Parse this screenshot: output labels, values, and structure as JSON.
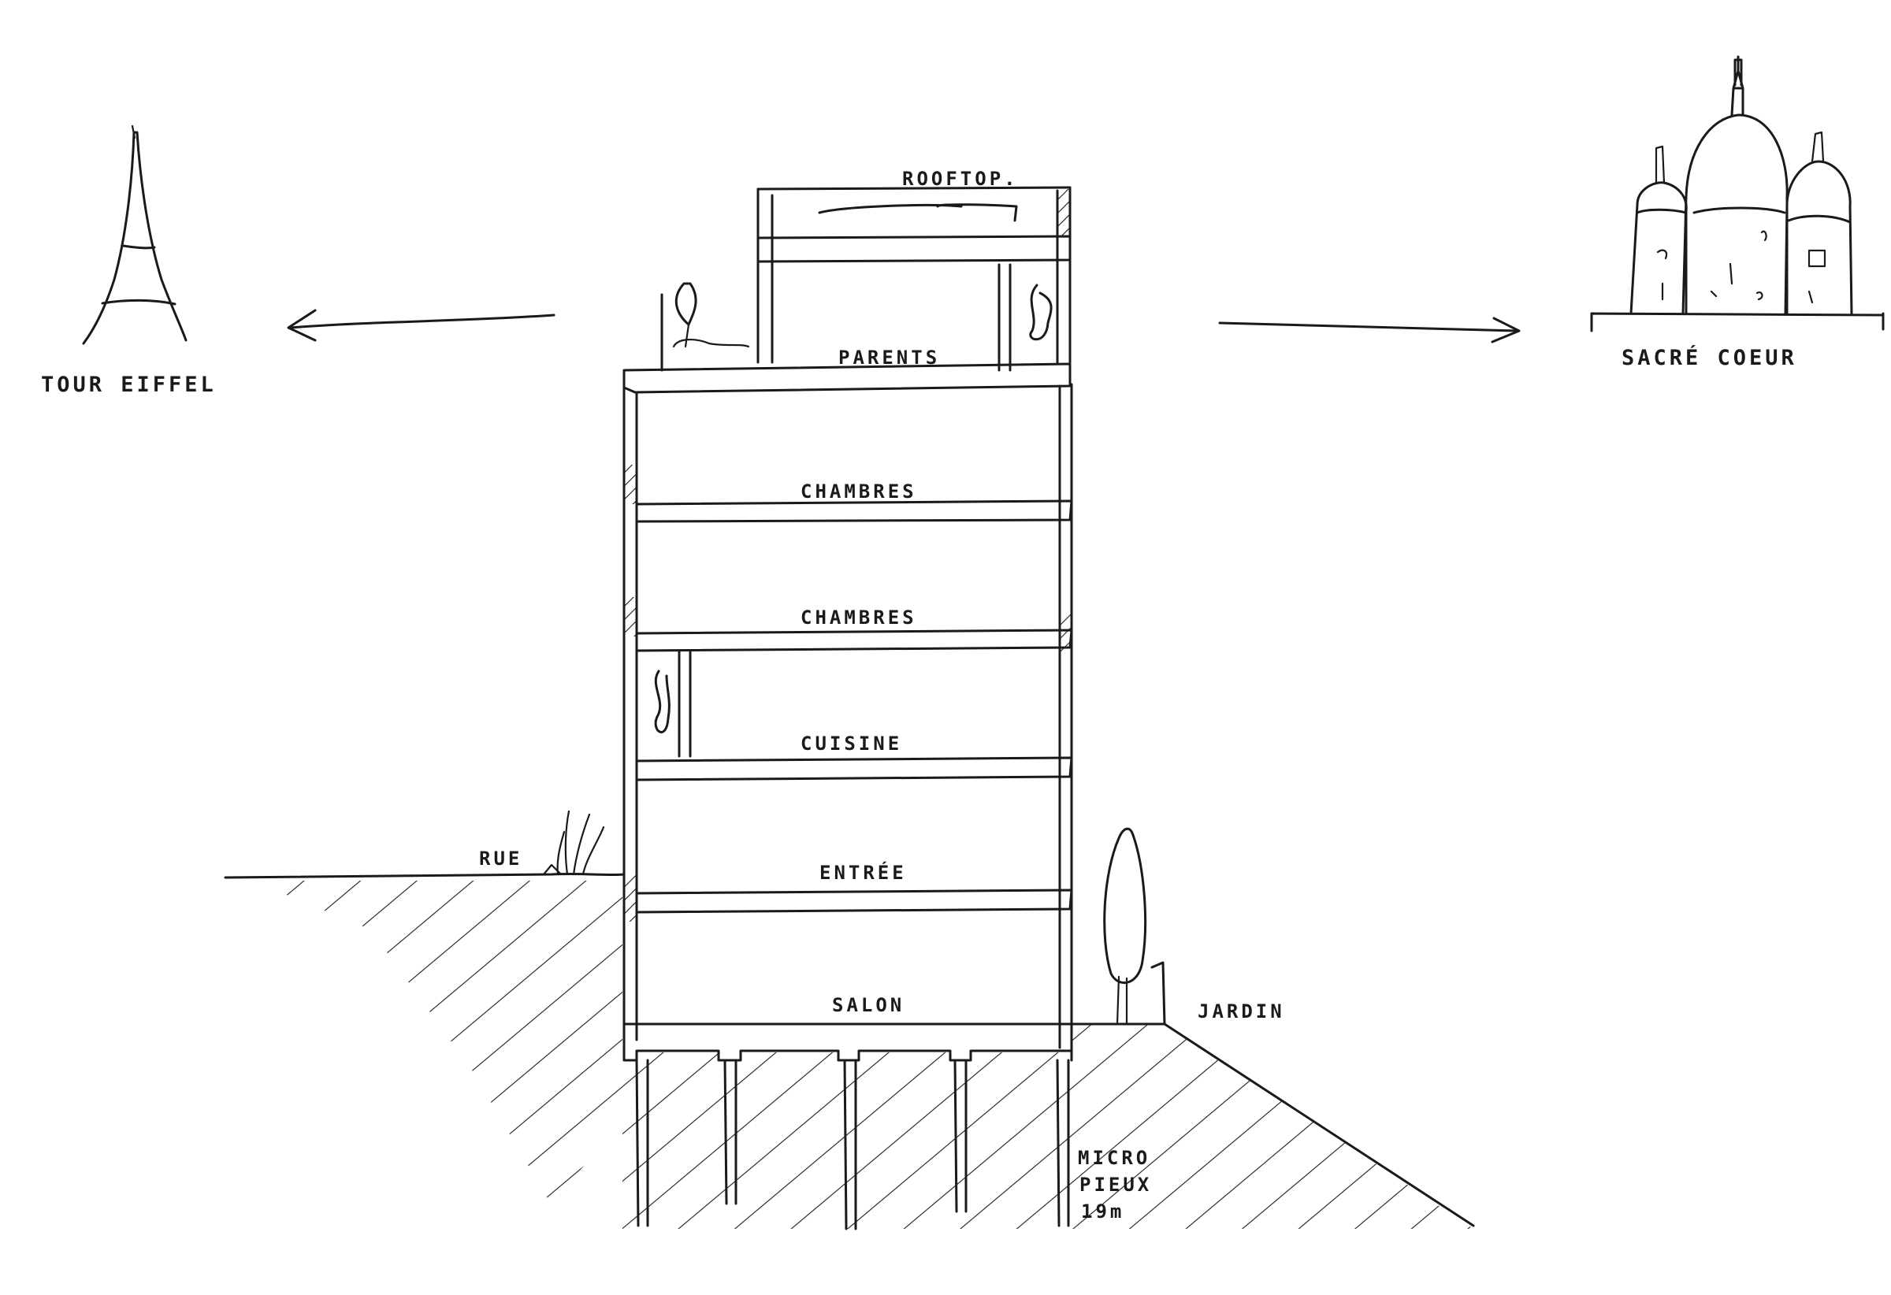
{
  "landmarks": {
    "left": "TOUR EIFFEL",
    "right": "SACRÉ COEUR"
  },
  "floors": {
    "rooftop": "ROOFTOP.",
    "parents": "PARENTS",
    "chambres_upper": "CHAMBRES",
    "chambres_lower": "CHAMBRES",
    "cuisine": "CUISINE",
    "entree": "ENTRÉE",
    "salon": "SALON"
  },
  "site": {
    "street": "RUE",
    "garden": "JARDIN"
  },
  "foundation": {
    "line1": "MICRO",
    "line2": "PIEUX",
    "line3": "19m"
  }
}
